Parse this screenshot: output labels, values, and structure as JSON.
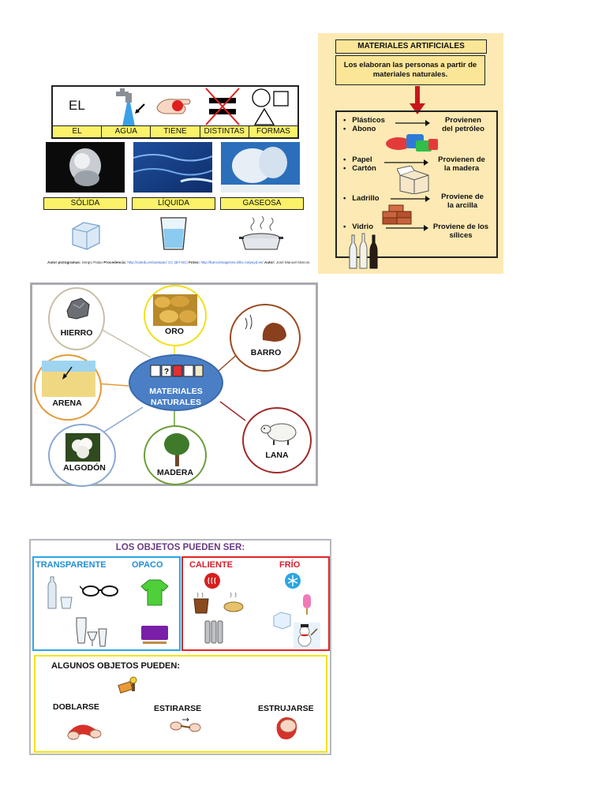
{
  "panel_water": {
    "sentence_word": "EL",
    "sentence_labels": [
      "EL",
      "AGUA",
      "TIENE",
      "DISTINTAS",
      "FORMAS"
    ],
    "states": [
      "SÓLIDA",
      "LÍQUIDA",
      "GASEOSA"
    ],
    "credit": {
      "author_label": "Autor pictogramas:",
      "author": "Sergio Palao",
      "source_label": "Procedencia:",
      "source": "http://catedu.es/arasaac/ CC (BY-NC)",
      "photos_label": "Fotos:",
      "photos": "http://bancoimagenes.isftic.mepsyd.es/",
      "credit_author_label": "Autor:",
      "credit_author": "José Manuel Marcos"
    }
  },
  "panel_artificial": {
    "title": "MATERIALES ARTIFICIALES",
    "subtitle": "Los elaboran las personas a partir de materiales naturales.",
    "groups": [
      {
        "materials": [
          "Plásticos",
          "Abono"
        ],
        "origin": [
          "Provienen",
          "del petróleo"
        ]
      },
      {
        "materials": [
          "Papel",
          "Cartón"
        ],
        "origin": [
          "Provienen de",
          "la madera"
        ]
      },
      {
        "materials": [
          "Ladrillo"
        ],
        "origin": [
          "Proviene de",
          "la arcilla"
        ]
      },
      {
        "materials": [
          "Vidrio"
        ],
        "origin": [
          "Proviene de los",
          "sílices"
        ]
      }
    ]
  },
  "panel_natural": {
    "center": [
      "MATERIALES",
      "NATURALES"
    ],
    "nodes": [
      {
        "label": "HIERRO",
        "color": "#c9bfa8"
      },
      {
        "label": "ORO",
        "color": "#f0e01a"
      },
      {
        "label": "BARRO",
        "color": "#9a4b22"
      },
      {
        "label": "ARENA",
        "color": "#e39a3a"
      },
      {
        "label": "LANA",
        "color": "#a12a2a"
      },
      {
        "label": "ALGODÓN",
        "color": "#8aa9d3"
      },
      {
        "label": "MADERA",
        "color": "#6d9e3a"
      }
    ]
  },
  "panel_objects": {
    "title": "LOS OBJETOS PUEDEN SER:",
    "qualities": [
      {
        "label": "TRANSPARENTE",
        "color": "#1f8fd6"
      },
      {
        "label": "OPACO",
        "color": "#1f8fd6"
      },
      {
        "label": "CALIENTE",
        "color": "#d61f2a"
      },
      {
        "label": "FRÍO",
        "color": "#d61f2a"
      }
    ],
    "some_title": "ALGUNOS OBJETOS PUEDEN:",
    "actions": [
      "DOBLARSE",
      "ESTIRARSE",
      "ESTRUJARSE"
    ]
  }
}
